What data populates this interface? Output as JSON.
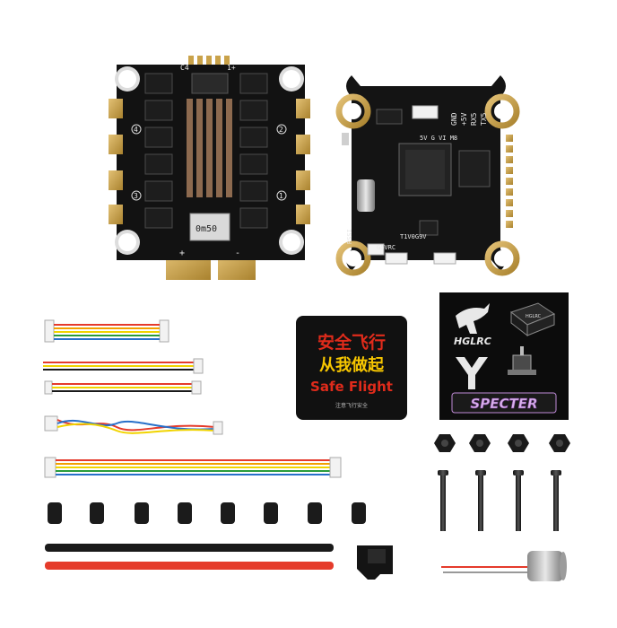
{
  "esc": {
    "silk_top_left": "C4",
    "silk_top_right": "1+",
    "pad_numbers": [
      "4",
      "2",
      "3",
      "1"
    ],
    "resistor_label": "0m50",
    "plus": "+",
    "minus": "-"
  },
  "fc": {
    "pins_top": [
      "TX5",
      "RX5",
      "+5V",
      "GND"
    ],
    "pins_row": "5V G VI M8",
    "bottom_label": "T1V0G9V",
    "left_label": "RSSI",
    "g5vrc": "G5VRC"
  },
  "sticker_safe": {
    "line1": "安全飞行",
    "line2": "从我做起",
    "line3": "Safe Flight",
    "fine_print": "注意飞行安全"
  },
  "sticker_brand": {
    "brand": "HGLRC",
    "product": "SPECTER",
    "tiny": "HGLRC"
  },
  "colors": {
    "pcb": "#111111",
    "gold": "#c9a24a",
    "sticker_red": "#e02b1b",
    "sticker_yellow": "#f7c600",
    "wire_red": "#e53b2b",
    "wire_black": "#1a1a1a"
  }
}
